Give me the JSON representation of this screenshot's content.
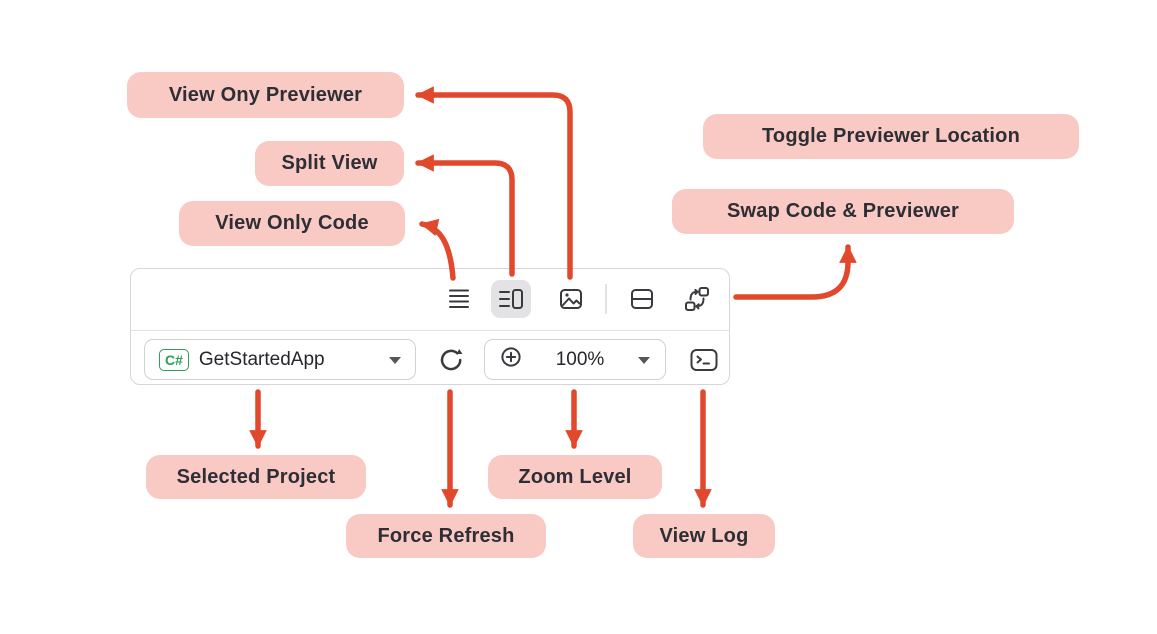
{
  "colors": {
    "badge_bg": "#f9c9c3",
    "badge_text": "#2e2e36",
    "arrow": "#e2482c",
    "toolbar_border": "#d6d6d6",
    "toolbar_divider": "#e3e3e3",
    "icon": "#3a3a3e",
    "selected_icon_bg": "#e3e3e6",
    "control_border": "#d2d2d4",
    "accent_green": "#2f9e56",
    "canvas_bg": "#ffffff"
  },
  "annotations": {
    "view_only_previewer": "View Ony Previewer",
    "split_view": "Split View",
    "view_only_code": "View Only Code",
    "toggle_previewer_location": "Toggle Previewer Location",
    "swap_code_previewer": "Swap Code & Previewer",
    "selected_project": "Selected Project",
    "zoom_level": "Zoom Level",
    "force_refresh": "Force Refresh",
    "view_log": "View Log"
  },
  "toolbar": {
    "project": {
      "language_badge": "C#",
      "name": "GetStartedApp"
    },
    "zoom": {
      "value": "100%"
    }
  }
}
